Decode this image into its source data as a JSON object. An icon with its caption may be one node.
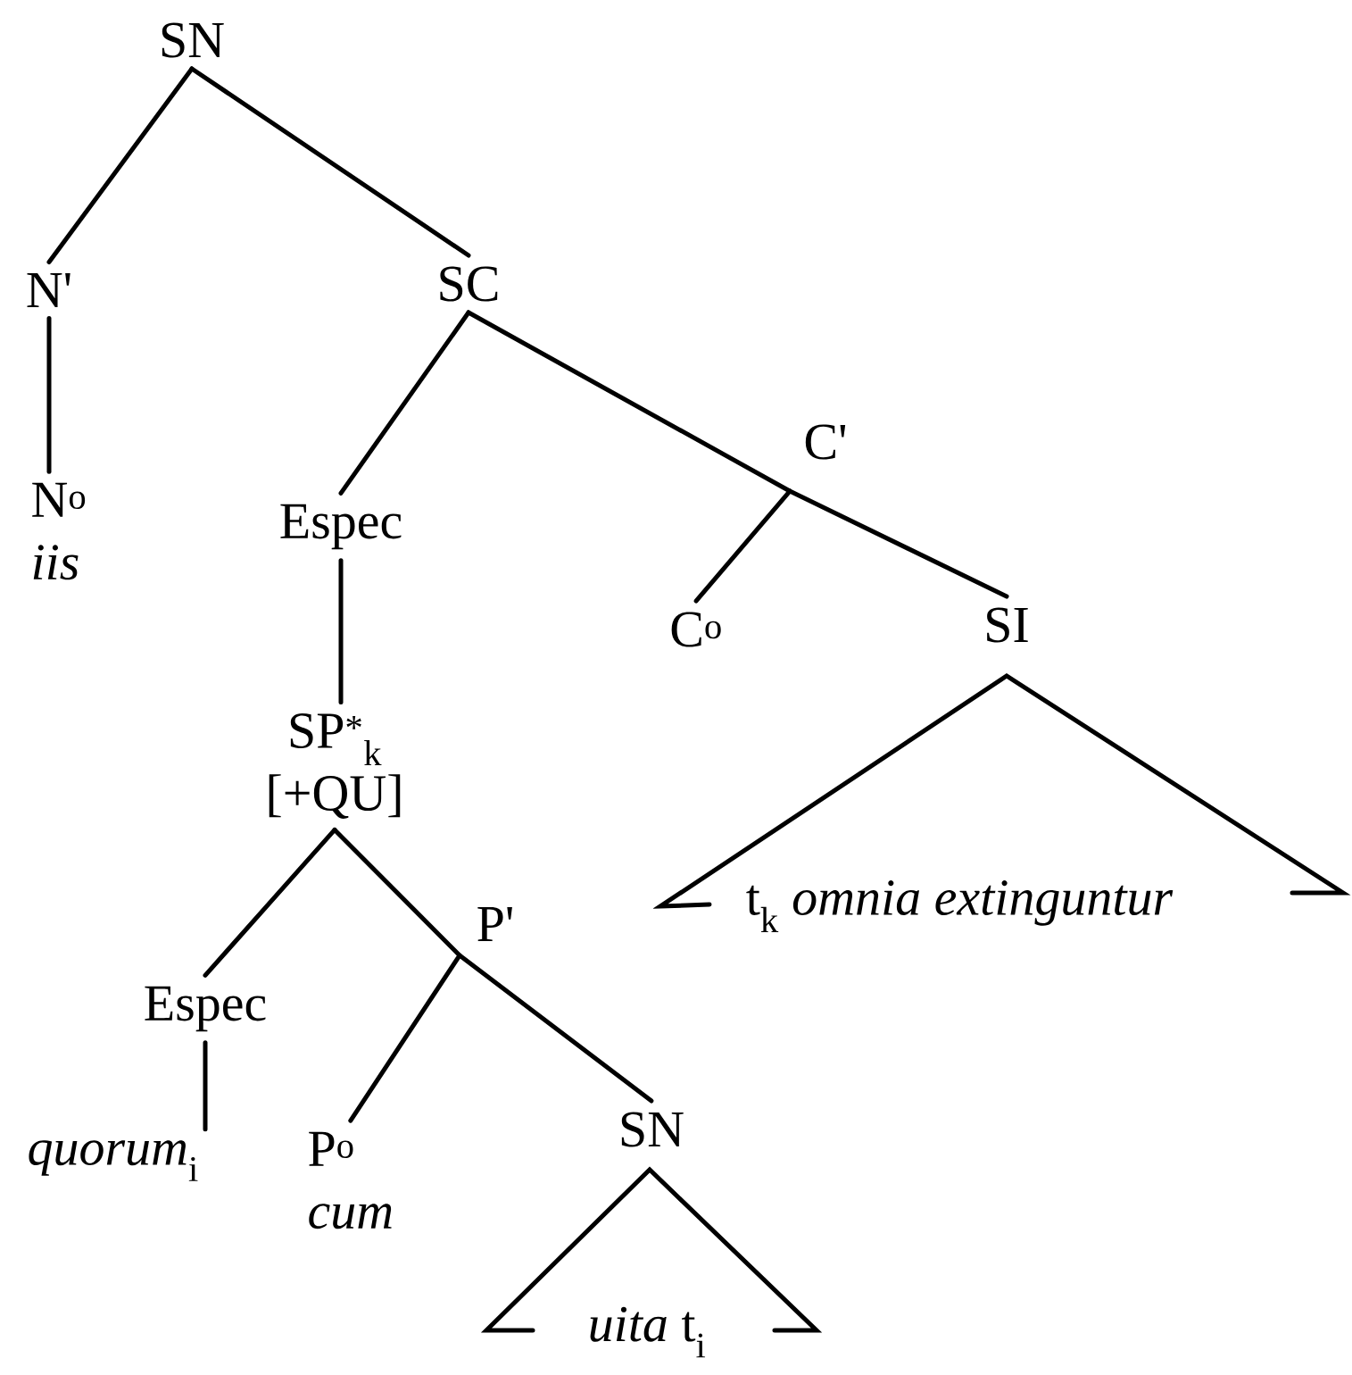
{
  "diagram": {
    "nodes": [
      {
        "text": [
          "SN"
        ]
      },
      {
        "text": [
          "N'"
        ]
      },
      {
        "text": [
          "SC"
        ]
      },
      {
        "text": [
          "N$^{o}$",
          "iis"
        ]
      },
      {
        "text": [
          "Espec"
        ]
      },
      {
        "text": [
          "C'"
        ]
      },
      {
        "text": [
          "C$^{o}$"
        ]
      },
      {
        "text": [
          "SI"
        ]
      },
      {
        "text": [
          "SP$^{*}$$_{k}$",
          "[+QU]"
        ]
      },
      {
        "text": [
          "Espec"
        ]
      },
      {
        "text": [
          "P'"
        ]
      },
      {
        "text": [
          "*quorum*$_{i}$"
        ]
      },
      {
        "text": [
          "P$^{o}$",
          "cum"
        ]
      },
      {
        "text": [
          "SN"
        ]
      },
      {
        "text": [
          "t$_{k}$ *omnia extinguntur*"
        ]
      },
      {
        "text": [
          "*uita* t$_{i}$"
        ]
      }
    ],
    "edges": [
      {
        "from": 0,
        "to": 1,
        "arrow": "none"
      },
      {
        "from": 0,
        "to": 2,
        "arrow": "none"
      },
      {
        "from": 1,
        "to": 3,
        "arrow": "none"
      },
      {
        "from": 2,
        "to": 4,
        "arrow": "none"
      },
      {
        "from": 2,
        "to": 5,
        "arrow": "none"
      },
      {
        "from": 5,
        "to": 6,
        "arrow": "none"
      },
      {
        "from": 5,
        "to": 7,
        "arrow": "none"
      },
      {
        "from": 4,
        "to": 8,
        "arrow": "none"
      },
      {
        "from": 8,
        "to": 9,
        "arrow": "none"
      },
      {
        "from": 8,
        "to": 10,
        "arrow": "none"
      },
      {
        "from": 9,
        "to": 11,
        "arrow": "none"
      },
      {
        "from": 10,
        "to": 12,
        "arrow": "none"
      },
      {
        "from": 10,
        "to": 13,
        "arrow": "none"
      }
    ]
  }
}
